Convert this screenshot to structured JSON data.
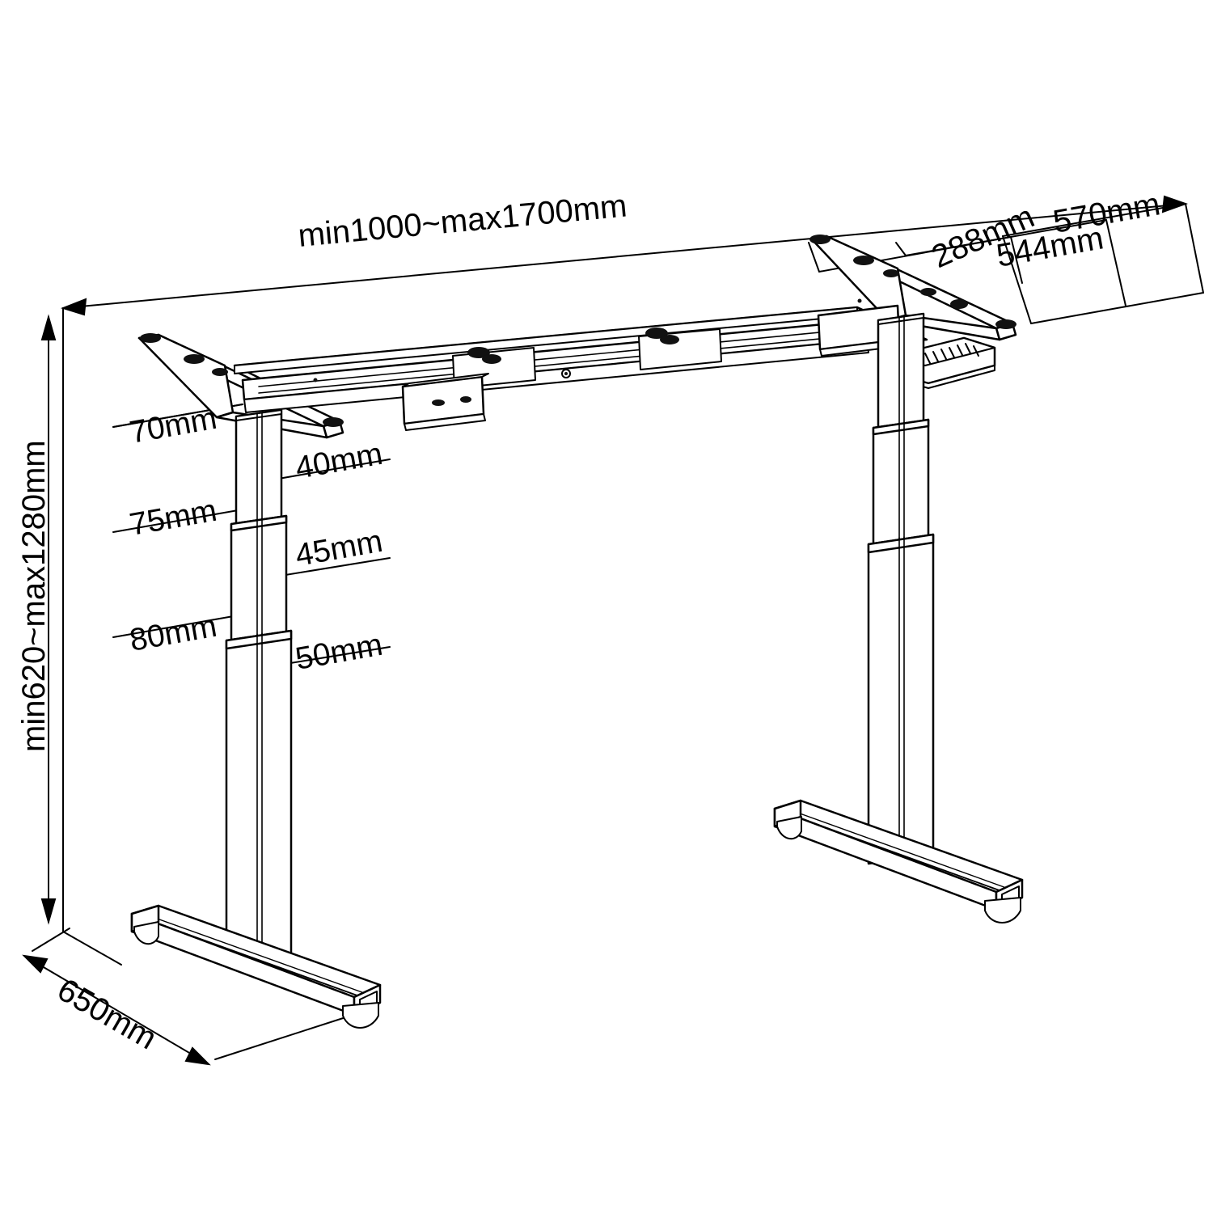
{
  "drawing": {
    "subject": "height-adjustable-desk-frame",
    "style": "isometric-line-drawing",
    "stroke_color": "#000000",
    "fill_color": "#ffffff",
    "background_color": "#ffffff"
  },
  "dimensions": {
    "width_range": "min1000~max1700mm",
    "height_range": "min620~max1280mm",
    "foot_depth": "650mm",
    "top_depth_outer": "570mm",
    "top_depth_mid": "544mm",
    "top_depth_inner": "288mm",
    "column_stage1_outer": "70mm",
    "column_stage1_inner": "40mm",
    "column_stage2_outer": "75mm",
    "column_stage2_inner": "45mm",
    "column_stage3_outer": "80mm",
    "column_stage3_inner": "50mm"
  },
  "parts": {
    "left_rail": "left-mounting-rail",
    "right_rail": "right-mounting-rail",
    "crossbeam": "telescoping-crossbeam",
    "control_box": "motor-control-box",
    "left_column": "left-telescoping-column",
    "right_column": "right-telescoping-column",
    "left_foot": "left-foot-beam",
    "right_foot": "right-foot-beam",
    "keypad": "height-control-keypad"
  }
}
